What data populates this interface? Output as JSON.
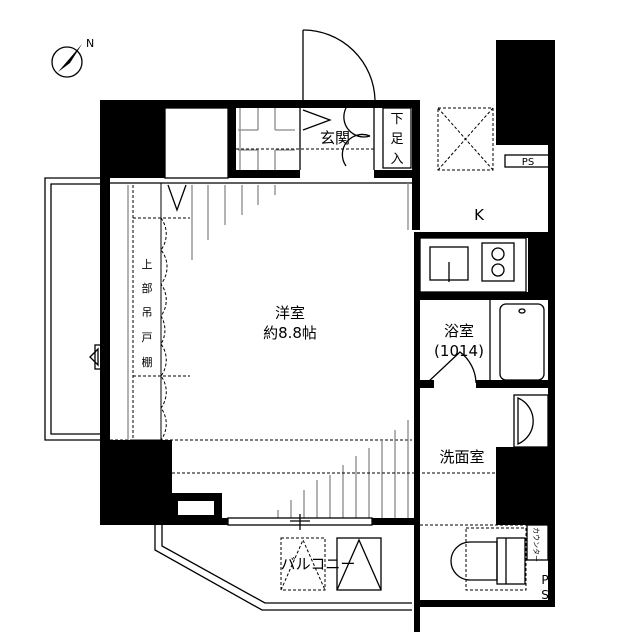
{
  "compass": {
    "north_label": "N"
  },
  "rooms": {
    "entrance": "玄関",
    "shoe_box": [
      "下",
      "足",
      "入"
    ],
    "kitchen": "K",
    "ps_top": "PS",
    "western_room": "洋室",
    "western_room_size": "約8.8帖",
    "upper_cabinet": [
      "上",
      "部",
      "吊",
      "戸",
      "棚"
    ],
    "bathroom": "浴室",
    "bathroom_size": "(1014)",
    "washroom": "洗面室",
    "counter": "カウンター",
    "ps_bottom": [
      "P",
      "S"
    ],
    "balcony": "バルコニー"
  }
}
